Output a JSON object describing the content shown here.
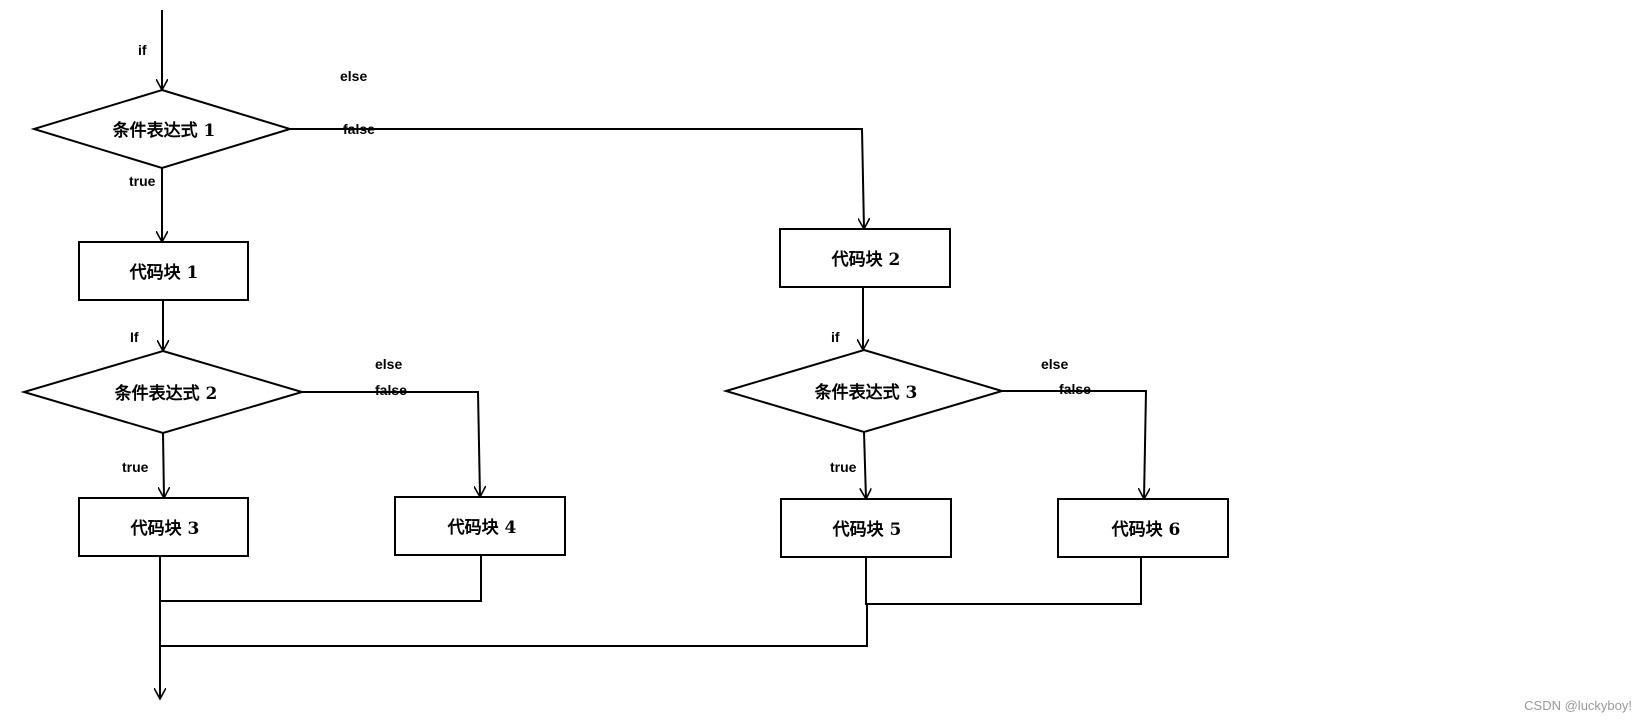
{
  "nodes": {
    "cond1": "条件表达式 1",
    "cond2": "条件表达式 2",
    "cond3": "条件表达式 3",
    "block1": "代码块 1",
    "block2": "代码块 2",
    "block3": "代码块 3",
    "block4": "代码块 4",
    "block5": "代码块 5",
    "block6": "代码块 6"
  },
  "edge_labels": {
    "if_top": "if",
    "else_top": "else",
    "false_1": "false",
    "true_1": "true",
    "if_2": "If",
    "else_2": "else",
    "false_2": "false",
    "true_2": "true",
    "if_3": "if",
    "else_3": "else",
    "false_3": "false",
    "true_3": "true"
  },
  "watermark": "CSDN @luckyboy!",
  "colors": {
    "line": "#000000",
    "background": "#ffffff",
    "watermark": "#9a9a9a"
  }
}
